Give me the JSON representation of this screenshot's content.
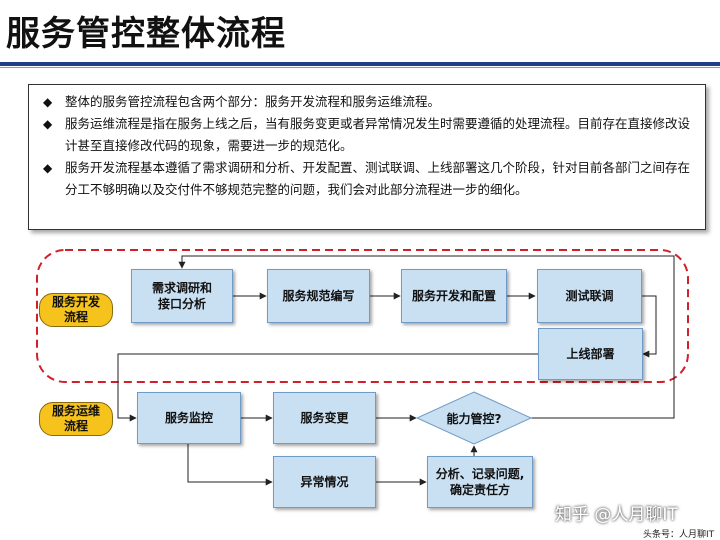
{
  "title": "服务管控整体流程",
  "bullets": [
    "整体的服务管控流程包含两个部分：服务开发流程和服务运维流程。",
    "服务运维流程是指在服务上线之后，当有服务变更或者异常情况发生时需要遵循的处理流程。目前存在直接修改设计甚至直接修改代码的现象，需要进一步的规范化。",
    "服务开发流程基本遵循了需求调研和分析、开发配置、测试联调、上线部署这几个阶段，针对目前各部门之间存在分工不够明确以及交付件不够规范完整的问题，我们会对此部分流程进一步的细化。"
  ],
  "bullet_icon": "diamond-bullet-icon",
  "lanes": {
    "dev": "服务开发\n流程",
    "ops": "服务运维\n流程"
  },
  "dev_steps": [
    "需求调研和\n接口分析",
    "服务规范编写",
    "服务开发和配置",
    "测试联调",
    "上线部署"
  ],
  "ops_steps": {
    "monitor": "服务监控",
    "change": "服务变更",
    "decision": "能力管控?",
    "exception": "异常情况",
    "analysis": "分析、记录问题,\n确定责任方"
  },
  "watermark": "知乎 @人月聊IT",
  "watermark_small": "头条号：人月聊IT",
  "colors": {
    "box_fill": "#c9e0f3",
    "lane_fill": "#f6c21c",
    "dashed_border": "#d0202a",
    "title_rule": "#1f3e8c"
  }
}
